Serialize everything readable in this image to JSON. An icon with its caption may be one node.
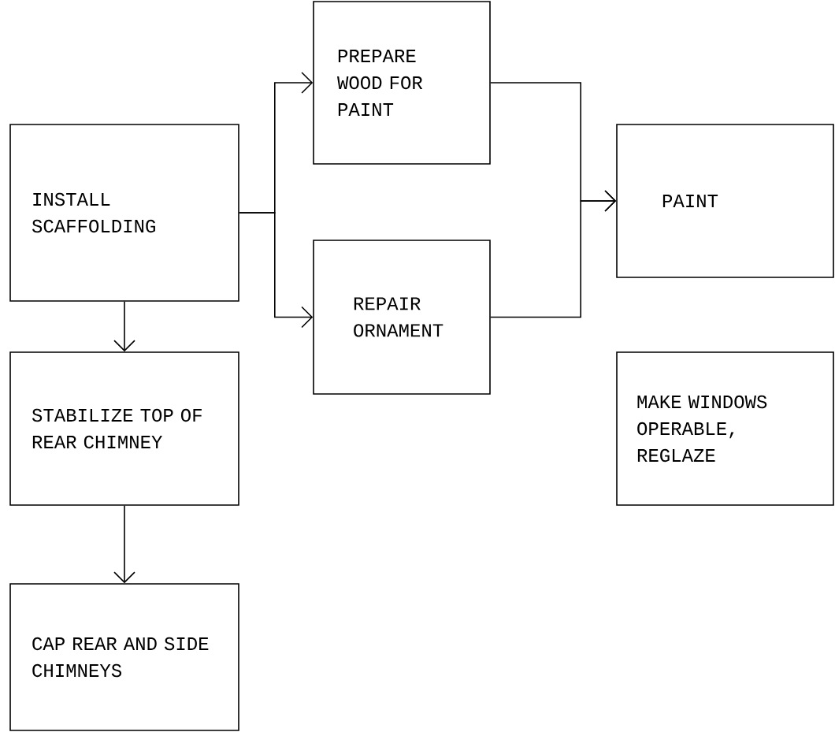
{
  "diagram": {
    "nodes": [
      {
        "text": [
          "INSTALL SCAFFOLDING"
        ]
      },
      {
        "text": [
          "PREPARE WOOD FOR PAINT"
        ]
      },
      {
        "text": [
          "REPAIR ORNAMENT"
        ]
      },
      {
        "text": [
          "PAINT"
        ]
      },
      {
        "text": [
          "STABILIZE TOP OF REAR CHIMNEY"
        ]
      },
      {
        "text": [
          "MAKE WINDOWS OPERABLE, REGLAZE"
        ]
      },
      {
        "text": [
          "CAP REAR AND SIDE CHIMNEYS"
        ]
      }
    ],
    "edges": [
      {
        "from": 0,
        "to": 1,
        "arrow": "to"
      },
      {
        "from": 0,
        "to": 2,
        "arrow": "to"
      },
      {
        "from": 1,
        "to": 3,
        "arrow": "to"
      },
      {
        "from": 2,
        "to": 3,
        "arrow": "to"
      },
      {
        "from": 0,
        "to": 4,
        "arrow": "to"
      },
      {
        "from": 4,
        "to": 6,
        "arrow": "to"
      }
    ]
  }
}
